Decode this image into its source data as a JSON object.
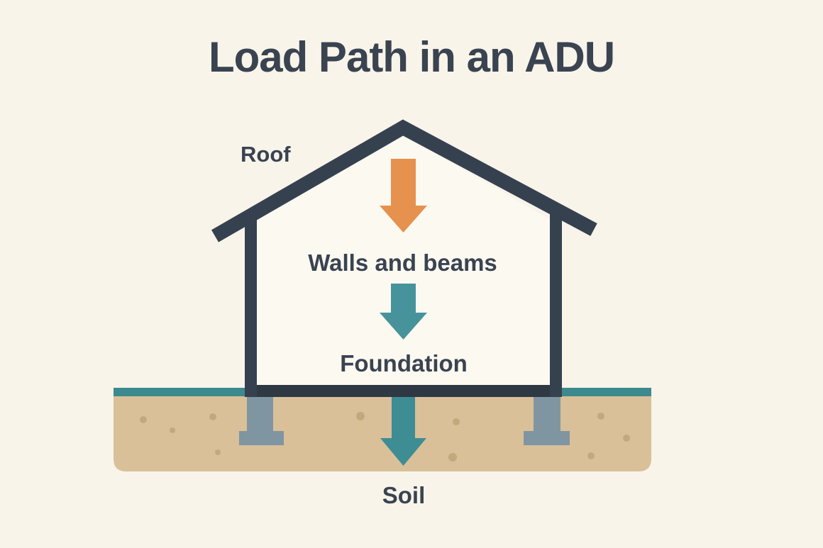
{
  "title": "Load Path in an ADU",
  "labels": {
    "roof": "Roof",
    "walls": "Walls and beams",
    "foundation": "Foundation",
    "soil": "Soil"
  },
  "colors": {
    "background": "#f8f4ea",
    "house_interior": "#fcf9f1",
    "structure_slate": "#364150",
    "floor_beam": "#2e3944",
    "roof_load_arrow_orange": "#e6914e",
    "wall_load_arrow_teal": "#47939b",
    "soil_load_arrow_teal": "#3e8d94",
    "ground_line_teal": "#3d8a8e",
    "soil_tan": "#d9c098",
    "soil_speckle": "#c3a87d",
    "footing_gray": "#8095a2",
    "text": "#3a4350"
  }
}
